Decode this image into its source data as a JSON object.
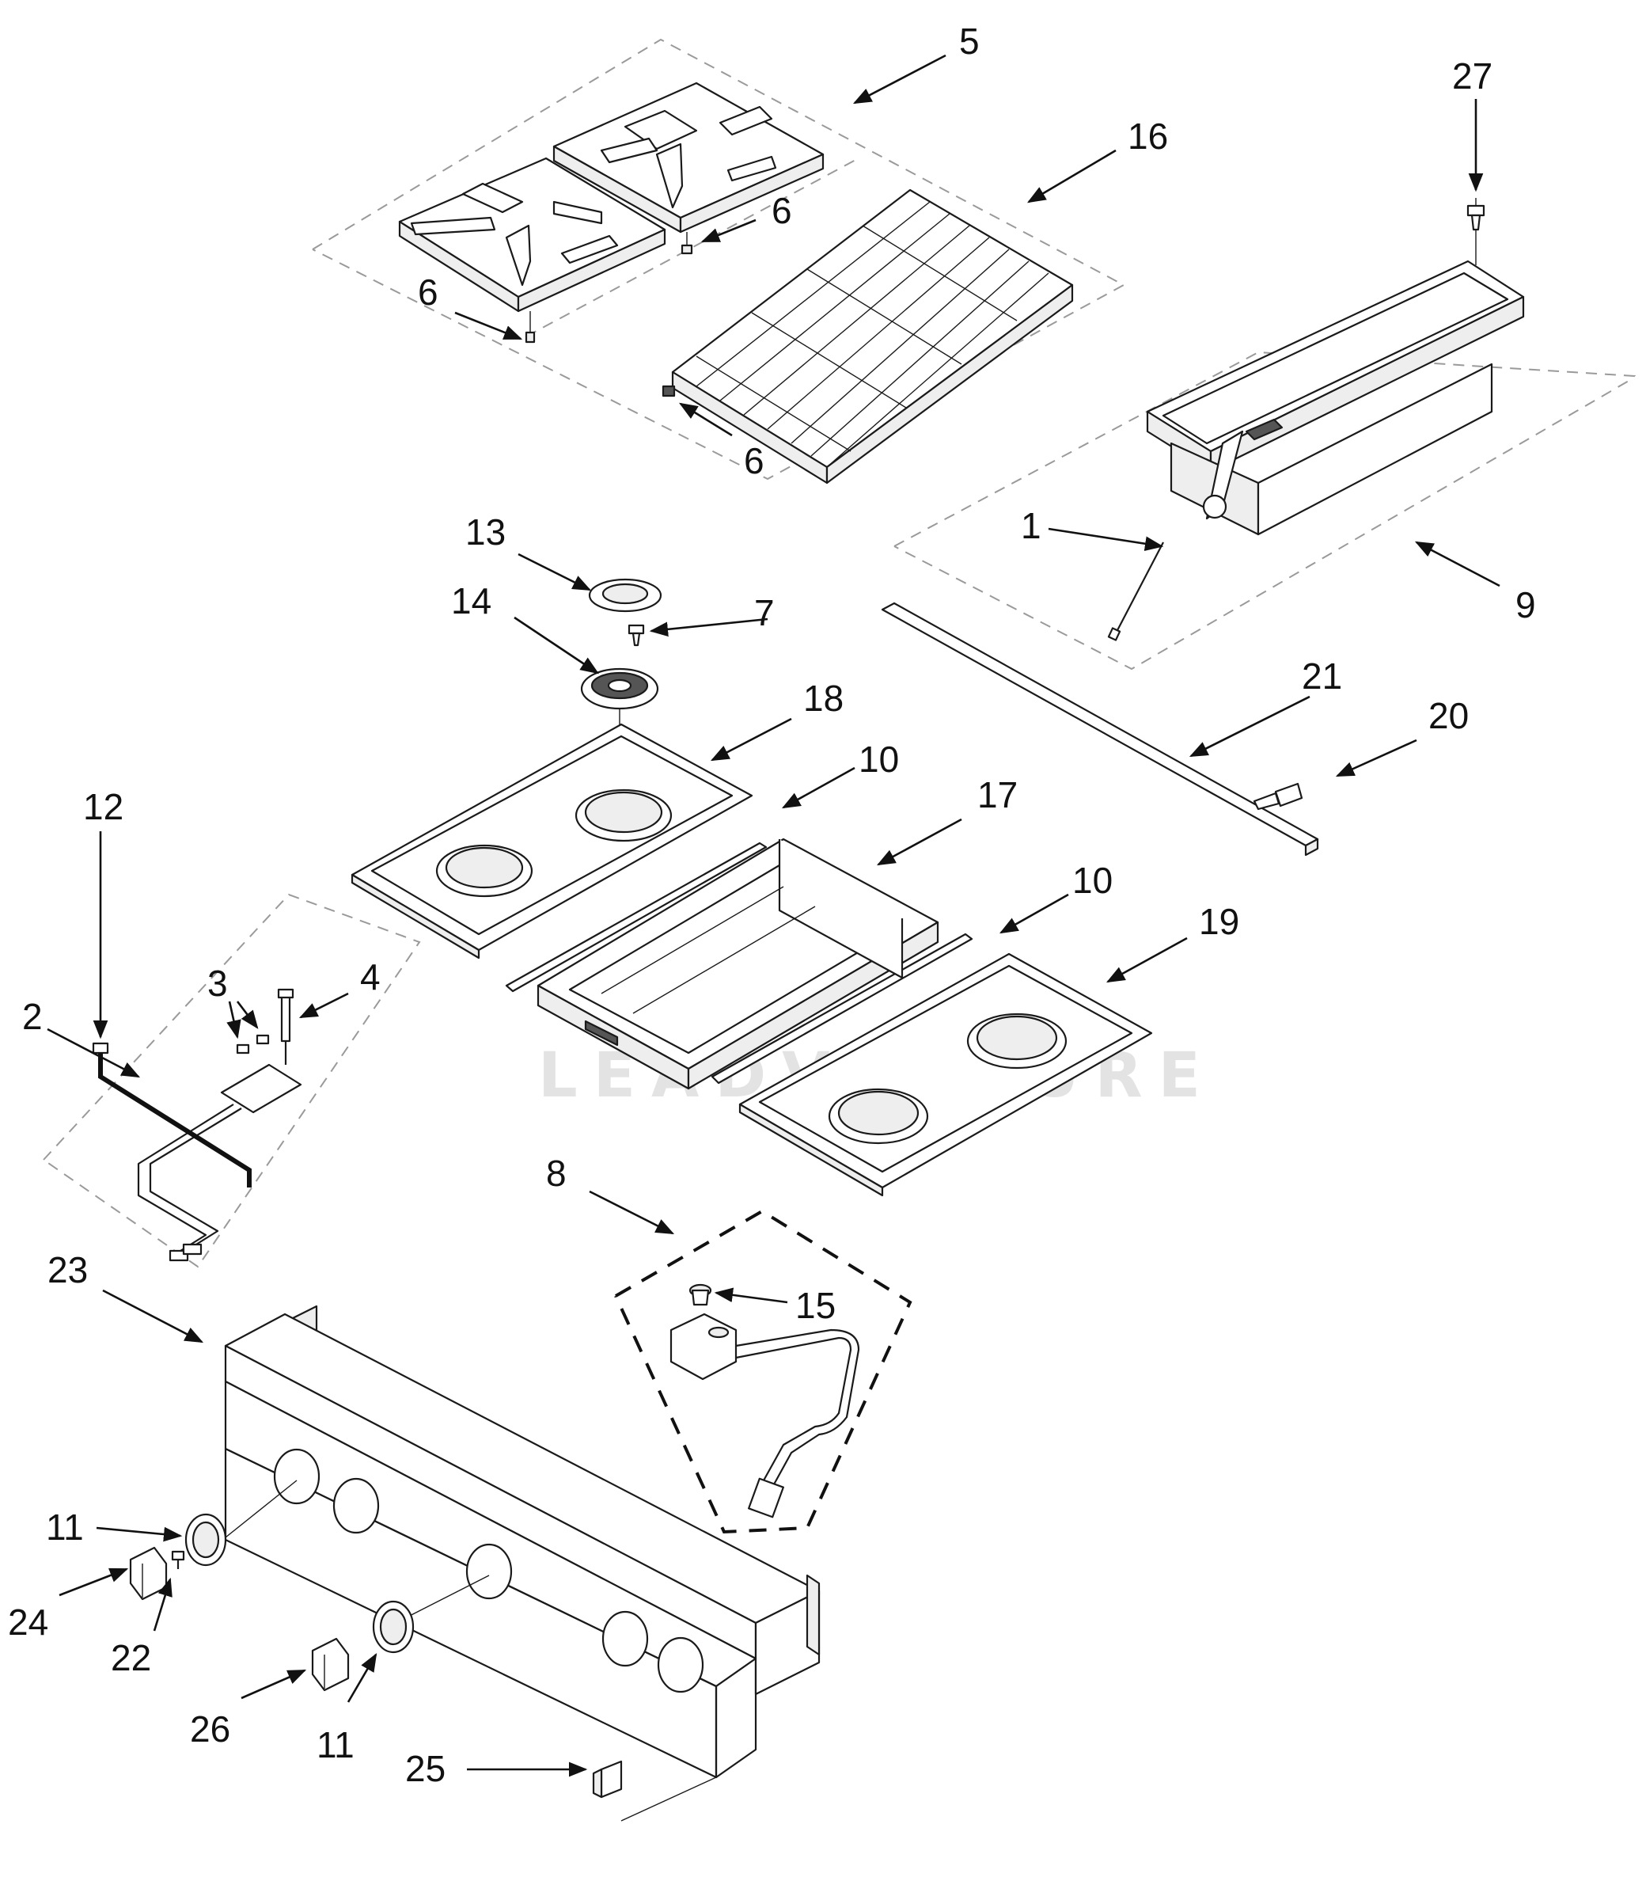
{
  "diagram": {
    "watermark": "LEADVENTURE",
    "labels": {
      "p1": "1",
      "p2": "2",
      "p3": "3",
      "p4": "4",
      "p5": "5",
      "p6a": "6",
      "p6b": "6",
      "p6c": "6",
      "p7": "7",
      "p8": "8",
      "p9": "9",
      "p10a": "10",
      "p10b": "10",
      "p11a": "11",
      "p11b": "11",
      "p12": "12",
      "p13": "13",
      "p14": "14",
      "p15": "15",
      "p16": "16",
      "p17": "17",
      "p18": "18",
      "p19": "19",
      "p20": "20",
      "p21": "21",
      "p22": "22",
      "p23": "23",
      "p24": "24",
      "p25": "25",
      "p26": "26",
      "p27": "27"
    }
  }
}
